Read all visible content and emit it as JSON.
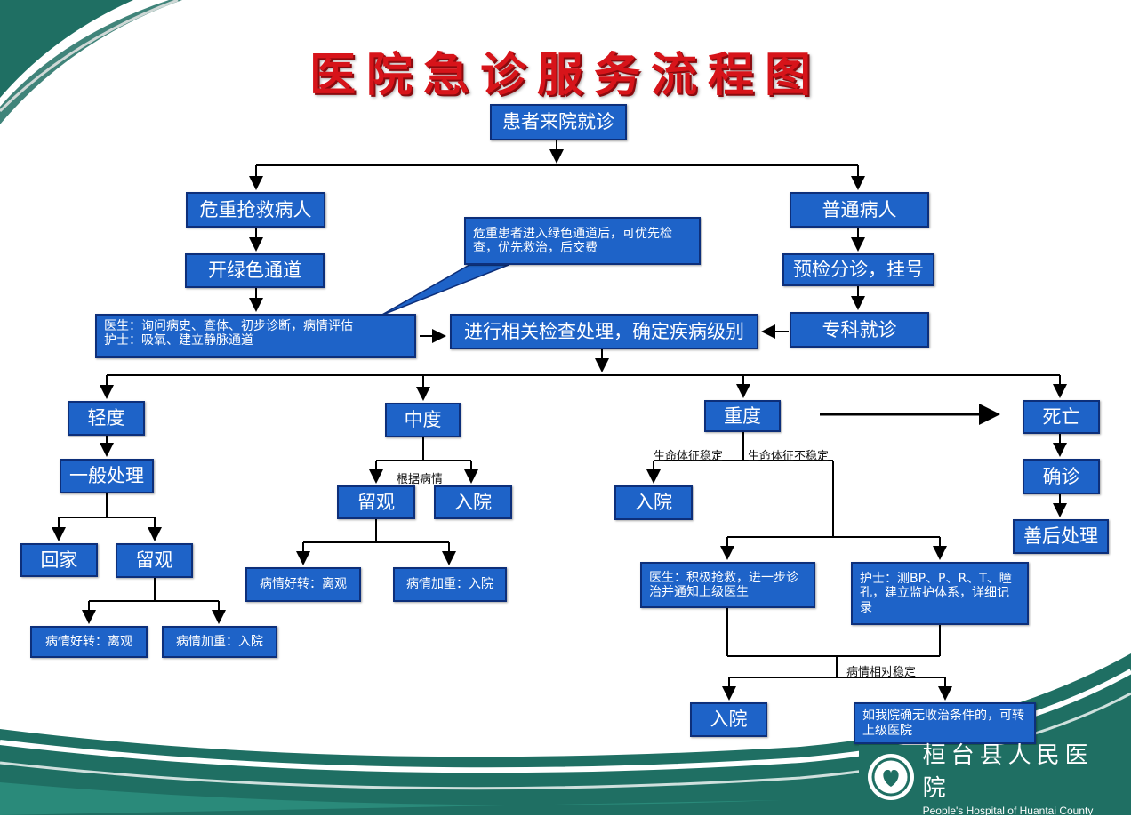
{
  "title": "医院急诊服务流程图",
  "nodes": {
    "arrive": "患者来院就诊",
    "critical": "危重抢救病人",
    "green": "开绿色通道",
    "green_note": "危重患者进入绿色通道后，可优先检查，优先救治，后交费",
    "doctor_nurse_line1": "医生：询问病史、查体、初步诊断，病情评估",
    "doctor_nurse_line2": "护士：吸氧、建立静脉通道",
    "normal": "普通病人",
    "triage": "预检分诊，挂号",
    "specialist": "专科就诊",
    "exam": "进行相关检查处理，确定疾病级别",
    "mild": "轻度",
    "general": "一般处理",
    "home": "回家",
    "observe1": "留观",
    "improve1": "病情好转：离观",
    "worse1": "病情加重：入院",
    "moderate": "中度",
    "observe2": "留观",
    "admit2": "入院",
    "improve2": "病情好转：离观",
    "worse2": "病情加重：入院",
    "severe": "重度",
    "admit3": "入院",
    "doctor_rescue": "医生：积极抢救，进一步诊治并通知上级医生",
    "nurse_monitor": "护士：测BP、P、R、T、瞳孔，建立监护体系，详细记录",
    "admit4": "入院",
    "transfer": "如我院确无收治条件的，可转上级医院",
    "death": "死亡",
    "confirm": "确诊",
    "aftercare": "善后处理"
  },
  "labels": {
    "by_condition": "根据病情",
    "stable": "生命体征稳定",
    "unstable": "生命体征不稳定",
    "relatively_stable": "病情相对稳定"
  },
  "hospital": {
    "name_cn": "桓台县人民医院",
    "name_en": "People's Hospital of Huantai County"
  },
  "colors": {
    "box_fill": "#1e63c8",
    "box_border": "#0d2f7a",
    "title_red": "#d7141a",
    "deco_green": "#1f6f63"
  }
}
